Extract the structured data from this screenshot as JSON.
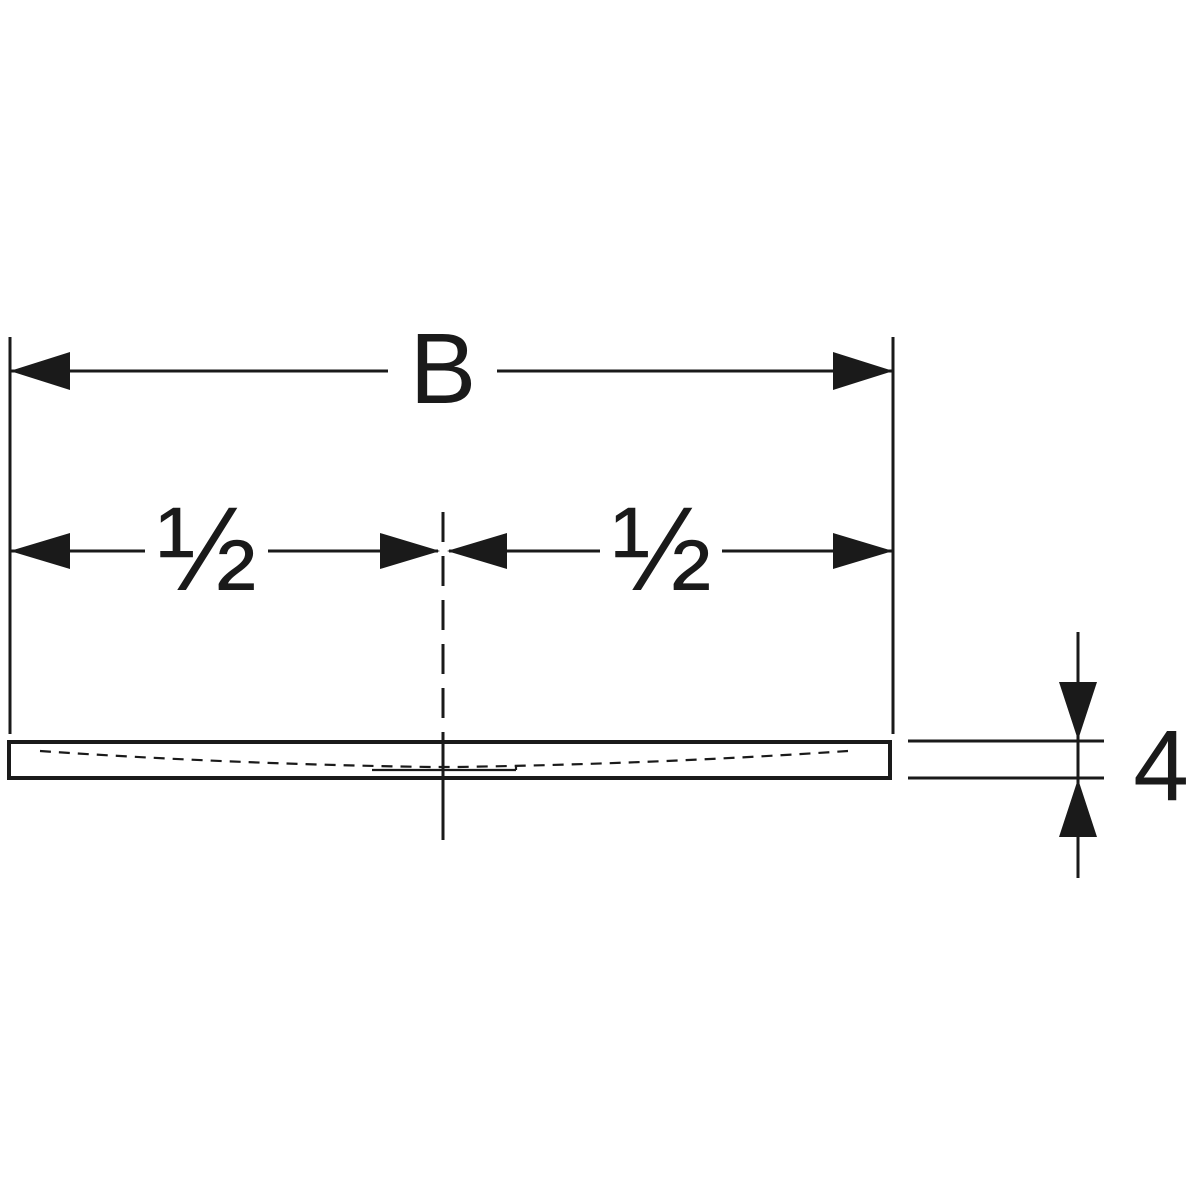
{
  "diagram": {
    "type": "technical-dimension-drawing",
    "description": "Cross-section dimension diagram of a flat shower tray with width and thickness dimensions",
    "labels": {
      "total_width": "B",
      "left_half": "½",
      "right_half": "½",
      "thickness": "4"
    },
    "colors": {
      "line": "#1a1a1a",
      "background": "#ffffff"
    }
  }
}
